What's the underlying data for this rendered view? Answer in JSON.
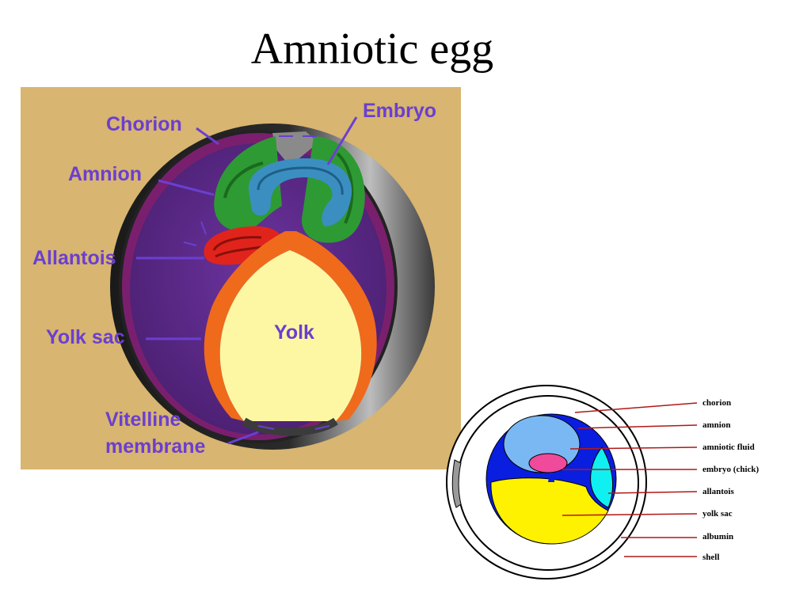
{
  "slide": {
    "title": "Amniotic egg"
  },
  "diagram1": {
    "label_color": "#6a3fd0",
    "labels": {
      "chorion": "Chorion",
      "embryo": "Embryo",
      "amnion": "Amnion",
      "allantois": "Allantois",
      "yolk_sac": "Yolk sac",
      "yolk": "Yolk",
      "vitelline_line1": "Vitelline",
      "vitelline_line2": "membrane"
    },
    "colors": {
      "background": "#d8b570",
      "chorion": "#7a1f6e",
      "cavity": "#5d2b88",
      "amnion": "#2e9a33",
      "embryo": "#3a8fc0",
      "allantois": "#e0241c",
      "yolk_sac": "#f06a1c",
      "yolk": "#fdf7a4"
    }
  },
  "diagram2": {
    "line_color": "#b01818",
    "labels": {
      "chorion": "chorion",
      "amnion": "amnion",
      "amniotic_fluid": "amniotic fluid",
      "embryo": "embryo (chick)",
      "allantois": "allantois",
      "yolk_sac": "yolk sac",
      "albumin": "albumin",
      "shell": "shell"
    },
    "colors": {
      "chorion": "#0a1ee0",
      "amniotic_fluid": "#7ab8f4",
      "embryo": "#f04a9a",
      "allantois": "#10f0f0",
      "yolk": "#fff200",
      "shell": "#ffffff",
      "air_cell": "#9a9a9a"
    }
  }
}
